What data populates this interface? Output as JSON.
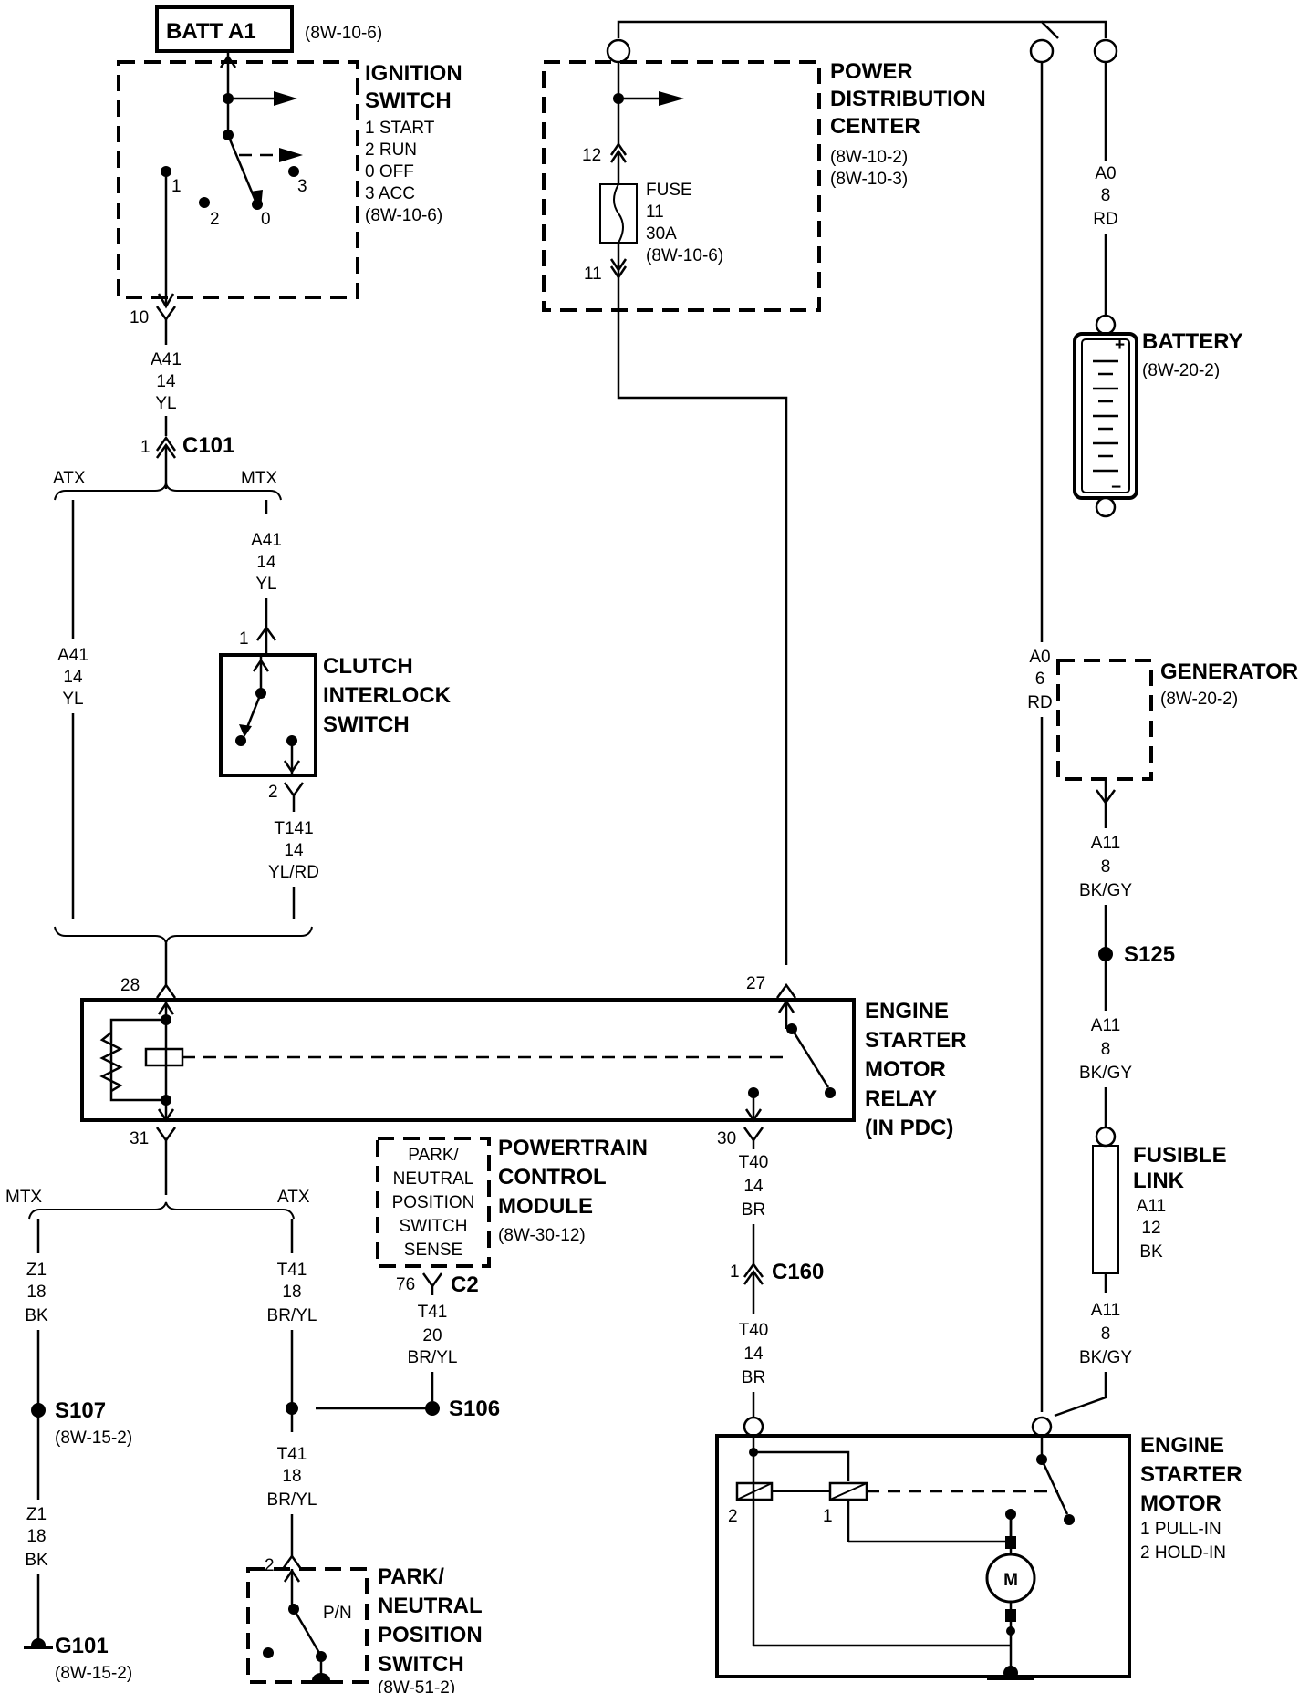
{
  "batt_a1": {
    "title": "BATT A1",
    "ref": "(8W-10-6)"
  },
  "ignition_switch": {
    "title": [
      "IGNITION",
      "SWITCH"
    ],
    "legend": [
      "1 START",
      "2 RUN",
      "0 OFF",
      "3 ACC",
      "(8W-10-6)"
    ],
    "positions": [
      "1",
      "2",
      "0",
      "3"
    ],
    "pin": "10"
  },
  "wire_a41": {
    "circuit": "A41",
    "gauge": "14",
    "color": "YL"
  },
  "c101": {
    "pin": "1",
    "name": "C101"
  },
  "branch_top": {
    "left": "ATX",
    "right": "MTX"
  },
  "clutch_interlock_switch": {
    "title": [
      "CLUTCH",
      "INTERLOCK",
      "SWITCH"
    ],
    "pin_in": "1",
    "pin_out": "2"
  },
  "wire_t141": {
    "circuit": "T141",
    "gauge": "14",
    "color": "YL/RD"
  },
  "power_distribution_center": {
    "title": [
      "POWER",
      "DISTRIBUTION",
      "CENTER"
    ],
    "refs": [
      "(8W-10-2)",
      "(8W-10-3)"
    ],
    "fuse": [
      "FUSE",
      "11",
      "30A",
      "(8W-10-6)"
    ],
    "pin_top": "12",
    "pin_bottom": "11"
  },
  "wire_a0_8": {
    "circuit": "A0",
    "gauge": "8",
    "color": "RD"
  },
  "battery": {
    "title": "BATTERY",
    "ref": "(8W-20-2)",
    "plus": "+",
    "minus": "−"
  },
  "wire_a0_6": {
    "circuit": "A0",
    "gauge": "6",
    "color": "RD"
  },
  "generator": {
    "title": "GENERATOR",
    "ref": "(8W-20-2)"
  },
  "wire_a11_8": {
    "circuit": "A11",
    "gauge": "8",
    "color": "BK/GY"
  },
  "s125": {
    "name": "S125"
  },
  "fusible_link": {
    "title": [
      "FUSIBLE",
      "LINK"
    ],
    "circuit": "A11",
    "gauge": "12",
    "color": "BK"
  },
  "relay": {
    "title": [
      "ENGINE",
      "STARTER",
      "MOTOR",
      "RELAY",
      "(IN PDC)"
    ],
    "pin_28": "28",
    "pin_27": "27",
    "pin_31": "31",
    "pin_30": "30"
  },
  "branch_bottom": {
    "left": "MTX",
    "right": "ATX"
  },
  "pcm": {
    "inner": [
      "PARK/",
      "NEUTRAL",
      "POSITION",
      "SWITCH",
      "SENSE"
    ],
    "title": [
      "POWERTRAIN",
      "CONTROL",
      "MODULE"
    ],
    "ref": "(8W-30-12)",
    "pin": "76",
    "connector": "C2"
  },
  "wire_t41_20": {
    "circuit": "T41",
    "gauge": "20",
    "color": "BR/YL"
  },
  "wire_z1": {
    "circuit": "Z1",
    "gauge": "18",
    "color": "BK"
  },
  "s107": {
    "name": "S107",
    "ref": "(8W-15-2)"
  },
  "g101": {
    "name": "G101",
    "ref": "(8W-15-2)"
  },
  "wire_t41_18": {
    "circuit": "T41",
    "gauge": "18",
    "color": "BR/YL"
  },
  "s106": {
    "name": "S106"
  },
  "park_neutral_switch": {
    "title": [
      "PARK/",
      "NEUTRAL",
      "POSITION",
      "SWITCH"
    ],
    "ref": "(8W-51-2)",
    "pin": "2",
    "contact": "P/N"
  },
  "wire_t40": {
    "circuit": "T40",
    "gauge": "14",
    "color": "BR"
  },
  "c160": {
    "pin": "1",
    "name": "C160"
  },
  "starter_motor": {
    "title": [
      "ENGINE",
      "STARTER",
      "MOTOR"
    ],
    "legend": [
      "1 PULL-IN",
      "2 HOLD-IN"
    ],
    "coil_2": "2",
    "coil_1": "1",
    "motor": "M"
  }
}
